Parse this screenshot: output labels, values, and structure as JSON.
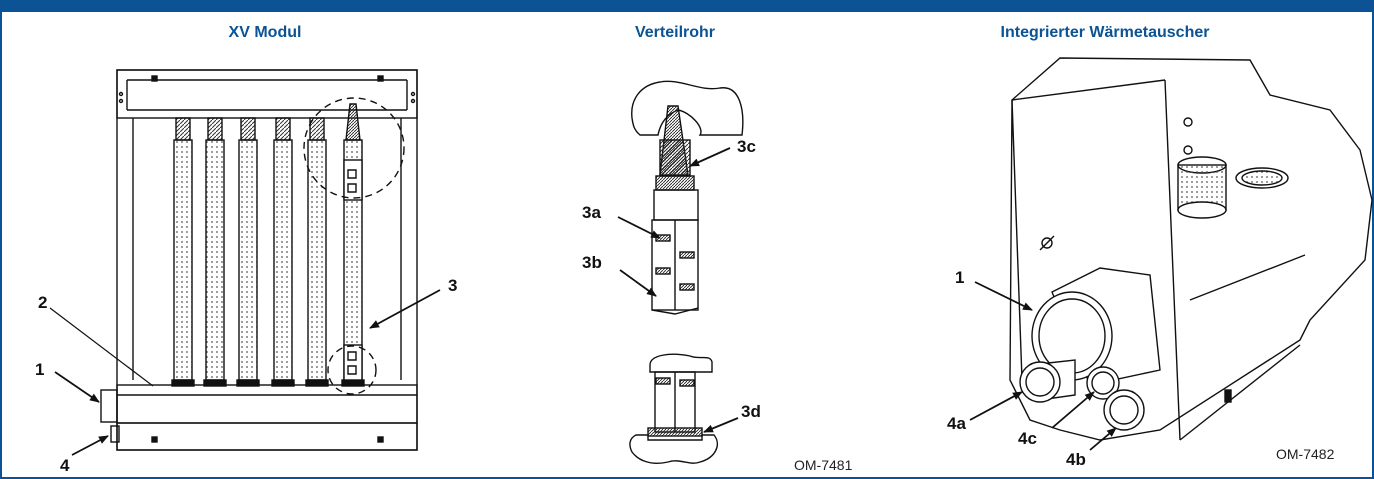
{
  "panels": {
    "xv": {
      "title": "XV Modul",
      "callouts": {
        "c1": "1",
        "c2": "2",
        "c3": "3",
        "c4": "4"
      }
    },
    "verteilrohr": {
      "title": "Verteilrohr",
      "callouts": {
        "c3a": "3a",
        "c3b": "3b",
        "c3c": "3c",
        "c3d": "3d"
      },
      "code": "OM-7481"
    },
    "waermetauscher": {
      "title": "Integrierter Wärmetauscher",
      "callouts": {
        "c1": "1",
        "c4a": "4a",
        "c4b": "4b",
        "c4c": "4c"
      },
      "code": "OM-7482"
    }
  },
  "colors": {
    "accent": "#0b5394",
    "line": "#111111"
  }
}
